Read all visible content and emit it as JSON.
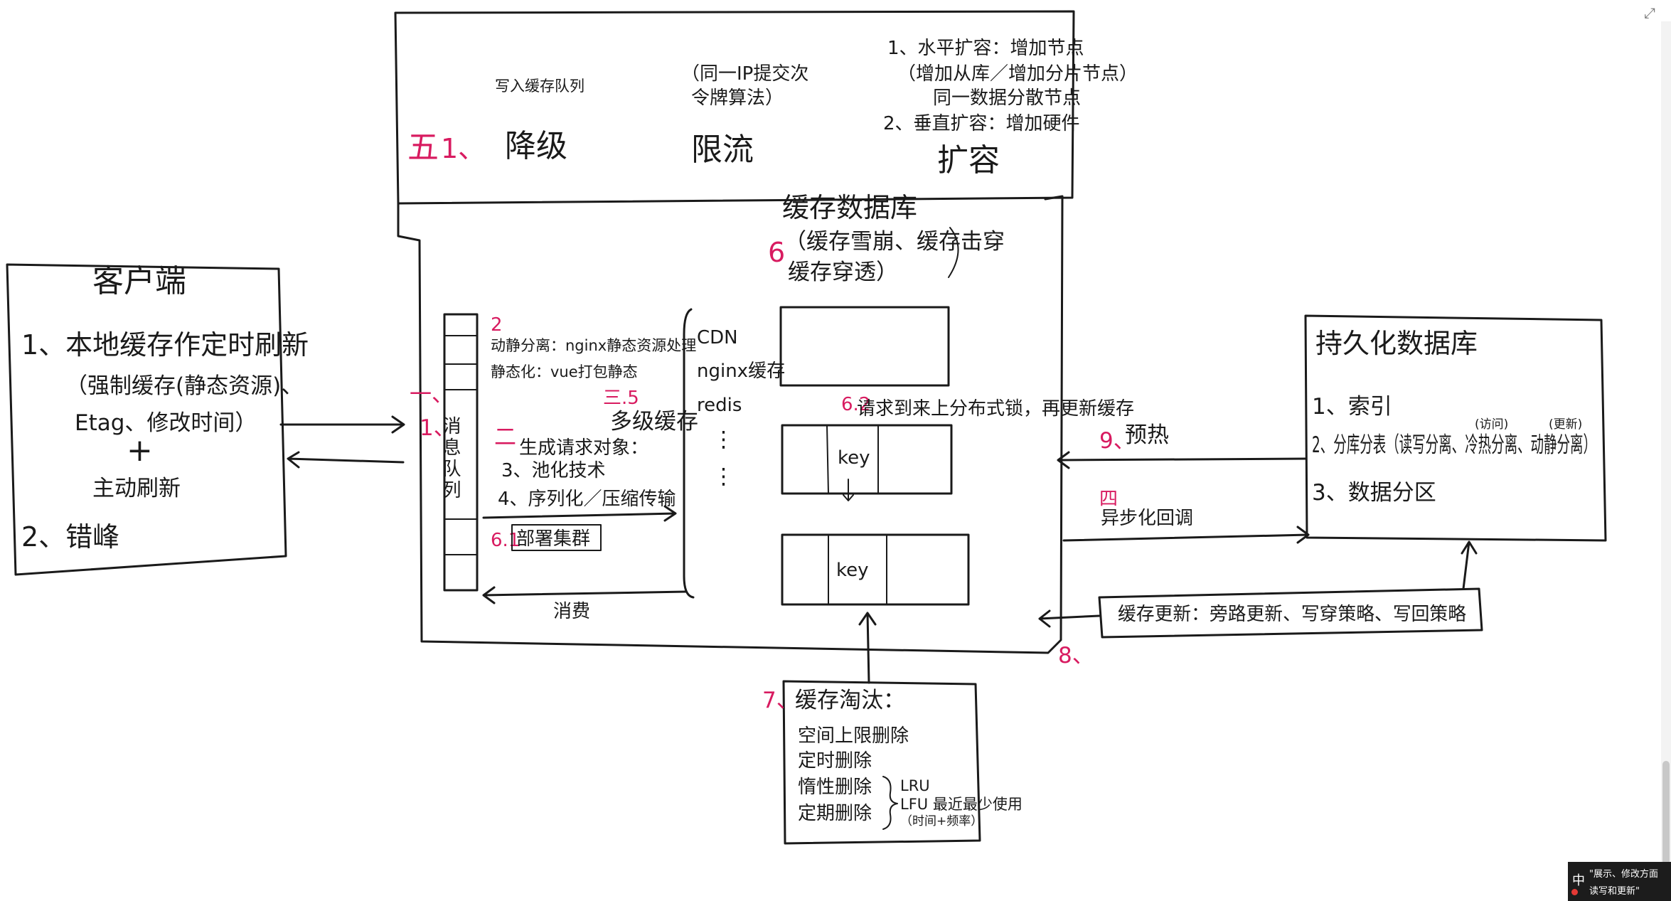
{
  "colors": {
    "ink": "#1a1a1a",
    "marker": "#d81b60"
  },
  "client": {
    "title": "客户端",
    "item1": "1、本地缓存作定时刷新",
    "item1_sub1": "（强制缓存(静态资源)、",
    "item1_sub2": "Etag、修改时间）",
    "plus": "+",
    "item1_sub3": "主动刷新",
    "item2": "2、错峰"
  },
  "top_box": {
    "marker_5": "五",
    "marker_1": "1、",
    "degrade_note": "写入缓存队列",
    "degrade": "降级",
    "ratelimit_note1": "（同一IP提交次",
    "ratelimit_note2": "令牌算法）",
    "ratelimit": "限流",
    "scale_line1": "1、水平扩容：增加节点",
    "scale_line2": "（增加从库／增加分片节点）",
    "scale_line3": "同一数据分散节点",
    "scale_line4": "2、垂直扩容：增加硬件",
    "scale": "扩容"
  },
  "cache_db": {
    "title": "缓存数据库",
    "marker_6": "6",
    "issues1": "（缓存雪崩、缓存击穿",
    "issues2": "缓存穿透）"
  },
  "middle": {
    "marker_yi": "一、",
    "marker_1": "1、",
    "queue_label": "消息队列",
    "marker_2": "2",
    "dynamic": "动静分离：nginx静态资源处理",
    "static": "静态化：vue打包静态",
    "marker_er": "二",
    "gen": "生成请求对象：",
    "pool": "3、池化技术",
    "serialize": "4、序列化／压缩传输",
    "marker_61": "6.1",
    "deploy": "部署集群",
    "consume": "消费",
    "marker_35": "三.5",
    "multi_cache": "多级缓存",
    "cdn": "CDN",
    "nginx_cache": "nginx缓存",
    "redis": "redis",
    "dots1": "⋮",
    "dots2": "⋮",
    "marker_62": "6.2",
    "lock_note": "请求到来上分布式锁，再更新缓存",
    "key1": "key",
    "key2": "key"
  },
  "eviction": {
    "marker_7": "7、",
    "title": "缓存淘汰：",
    "e1": "空间上限删除",
    "e2": "定时删除",
    "e3": "惰性删除",
    "e4": "定期删除",
    "lru": "LRU",
    "lfu": "LFU 最近最少使用",
    "lfu_note": "（时间+频率）"
  },
  "persist_db": {
    "title": "持久化数据库",
    "item1": "1、索引",
    "item2": "2、分库分表（读写分离、冷热分离、动静分离）",
    "note_cold": "(访问)",
    "note_update": "(更新)",
    "item3": "3、数据分区"
  },
  "links": {
    "marker_9": "9、",
    "preheat": "预热",
    "marker_4": "四",
    "async": "异步化回调",
    "cache_update": "缓存更新：旁路更新、写穿策略、写回策略",
    "marker_8": "8、"
  },
  "ui": {
    "expand_icon": "⤢",
    "ime_mode": "中",
    "ime_cand1": "\"展示、修改方面",
    "ime_cand2": "读写和更新\""
  }
}
